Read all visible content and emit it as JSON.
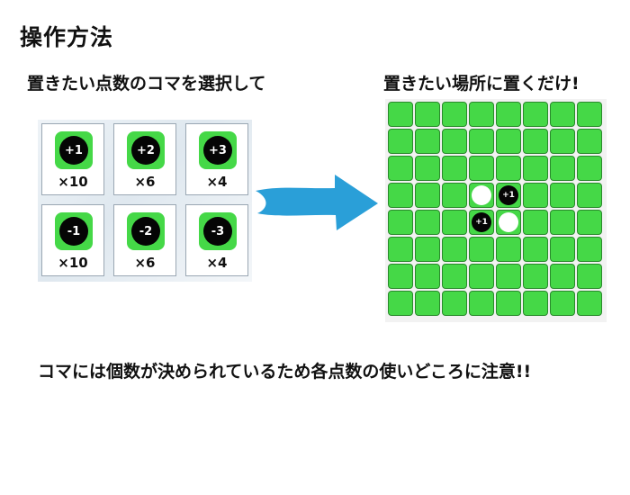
{
  "title": "操作方法",
  "left_caption": "置きたい点数のコマを選択して",
  "right_caption": "置きたい場所に置くだけ!",
  "note": "コマには個数が決められているため各点数の使いどころに注意!!",
  "colors": {
    "board_green": "#45d847",
    "arrow_blue": "#2a9fd8",
    "selected_tile": "#b8c9e2"
  },
  "palette": [
    {
      "label": "+1",
      "count": "×10",
      "selected": true
    },
    {
      "label": "+2",
      "count": "×6",
      "selected": false
    },
    {
      "label": "+3",
      "count": "×4",
      "selected": false
    },
    {
      "label": "-1",
      "count": "×10",
      "selected": false
    },
    {
      "label": "-2",
      "count": "×6",
      "selected": false
    },
    {
      "label": "-3",
      "count": "×4",
      "selected": false
    }
  ],
  "board": {
    "rows": 8,
    "cols": 8,
    "pieces": [
      {
        "row": 3,
        "col": 3,
        "color": "white",
        "label": ""
      },
      {
        "row": 3,
        "col": 4,
        "color": "black",
        "label": "+1"
      },
      {
        "row": 4,
        "col": 3,
        "color": "black",
        "label": "+1"
      },
      {
        "row": 4,
        "col": 4,
        "color": "white",
        "label": ""
      }
    ]
  }
}
